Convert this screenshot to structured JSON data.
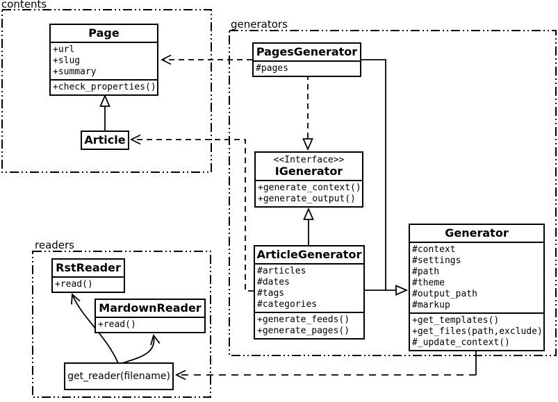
{
  "diagram_type": "uml-class-diagram",
  "packages": {
    "contents": {
      "label": "contents"
    },
    "generators": {
      "label": "generators"
    },
    "readers": {
      "label": "readers"
    }
  },
  "classes": {
    "page": {
      "title": "Page",
      "attributes": [
        "+url",
        "+slug",
        "+summary"
      ],
      "methods": [
        "+check_properties()"
      ]
    },
    "article": {
      "title": "Article"
    },
    "pages_generator": {
      "title": "PagesGenerator",
      "attributes": [
        "#pages"
      ]
    },
    "igenerator": {
      "stereotype": "<<Interface>>",
      "title": "IGenerator",
      "methods": [
        "+generate_context()",
        "+generate_output()"
      ]
    },
    "article_generator": {
      "title": "ArticleGenerator",
      "attributes": [
        "#articles",
        "#dates",
        "#tags",
        "#categories"
      ],
      "methods": [
        "+generate_feeds()",
        "+generate_pages()"
      ]
    },
    "generator": {
      "title": "Generator",
      "attributes": [
        "#context",
        "#settings",
        "#path",
        "#theme",
        "#output_path",
        "#markup"
      ],
      "methods": [
        "+get_templates()",
        "+get_files(path,exclude)",
        "#_update_context()"
      ]
    },
    "rst_reader": {
      "title": "RstReader",
      "methods": [
        "+read()"
      ]
    },
    "mardown_reader": {
      "title": "MardownReader",
      "methods": [
        "+read()"
      ]
    },
    "get_reader": {
      "title": "get_reader(filename)"
    }
  },
  "colors": {
    "line": "#000000",
    "background": "#ffffff"
  }
}
